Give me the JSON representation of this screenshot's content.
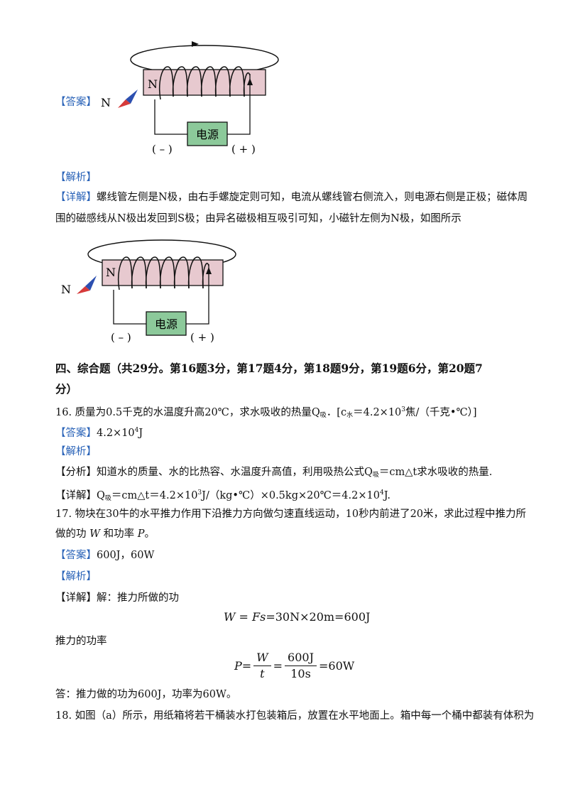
{
  "fig1": {
    "answer_tag": "【答案】",
    "n_pole": "N",
    "needle_n": "N",
    "power": "电源",
    "minus": "( – )",
    "plus": "( + )"
  },
  "analysis_tag": "【解析】",
  "detail": {
    "tag": "【详解】",
    "line1": "螺线管左侧是N极，由右手螺旋定则可知，电流从螺线管右侧流入，则电源右侧是正极；磁体周",
    "line2": "围的磁感线从N极出发回到S极；由异名磁极相互吸引可知，小磁针左侧为N极，如图所示"
  },
  "fig2": {
    "n_pole": "N",
    "needle_n": "N",
    "power": "电源",
    "minus": "( – )",
    "plus": "( + )"
  },
  "section4": {
    "line1": "四、综合题（共29分。第16题3分，第17题4分，第18题9分，第19题6分，第20题7",
    "line2": "分）"
  },
  "q16": {
    "stem_a": "16. 质量为0.5千克的水温度升高20℃，求水吸收的热量Q",
    "stem_sub": "吸",
    "stem_b": "．[c",
    "c_sub": "水",
    "stem_c": "＝4.2×10",
    "stem_sup": "3",
    "stem_d": "焦/（千克•℃）]",
    "answer_tag": "【答案】",
    "answer_a": "4.2×10",
    "answer_sup": "4",
    "answer_b": "J",
    "analysis_tag": "【解析】",
    "analyze_tag": "【分析】",
    "analyze_a": "知道水的质量、水的比热容、水温度升高值，利用吸热公式Q",
    "analyze_sub": "吸",
    "analyze_b": "＝cm△t求水吸收的热量.",
    "detail_tag": "【详解】",
    "detail_a": "Q",
    "detail_sub": "吸",
    "detail_b": "＝cm△t＝4.2×10",
    "detail_sup1": "3",
    "detail_c": "J/（kg•℃）×0.5kg×20℃＝4.2×10",
    "detail_sup2": "4",
    "detail_d": "J."
  },
  "q17": {
    "stem1": "17. 物块在30牛的水平推力作用下沿推力方向做匀速直线运动，10秒内前进了20米，求此过程中推力所",
    "stem2_a": "做的功",
    "stem2_w": "W",
    "stem2_b": "和功率",
    "stem2_p": "P",
    "stem2_c": "。",
    "answer_tag": "【答案】",
    "answer": "600J，60W",
    "analysis_tag": "【解析】",
    "detail_tag": "【详解】",
    "detail": "解：推力所做的功",
    "eq1_w": "W",
    "eq1_eq": " = ",
    "eq1_fs": "Fs",
    "eq1_rest": "=30N×20m=600J",
    "power_label": "推力的功率",
    "eq2_p": "P",
    "eq2_eq": " = ",
    "eq2_num1": "W",
    "eq2_den1": "t",
    "eq2_eq2": "=",
    "eq2_num2": "600J",
    "eq2_den2": "10s",
    "eq2_rest": "=60W",
    "final": "答：推力做的功为600J，功率为60W。"
  },
  "q18": {
    "stem1": "18. 如图（a）所示，用纸箱将若干桶装水打包装箱后，放置在水平地面上。箱中每一个桶中都装有体积为"
  }
}
